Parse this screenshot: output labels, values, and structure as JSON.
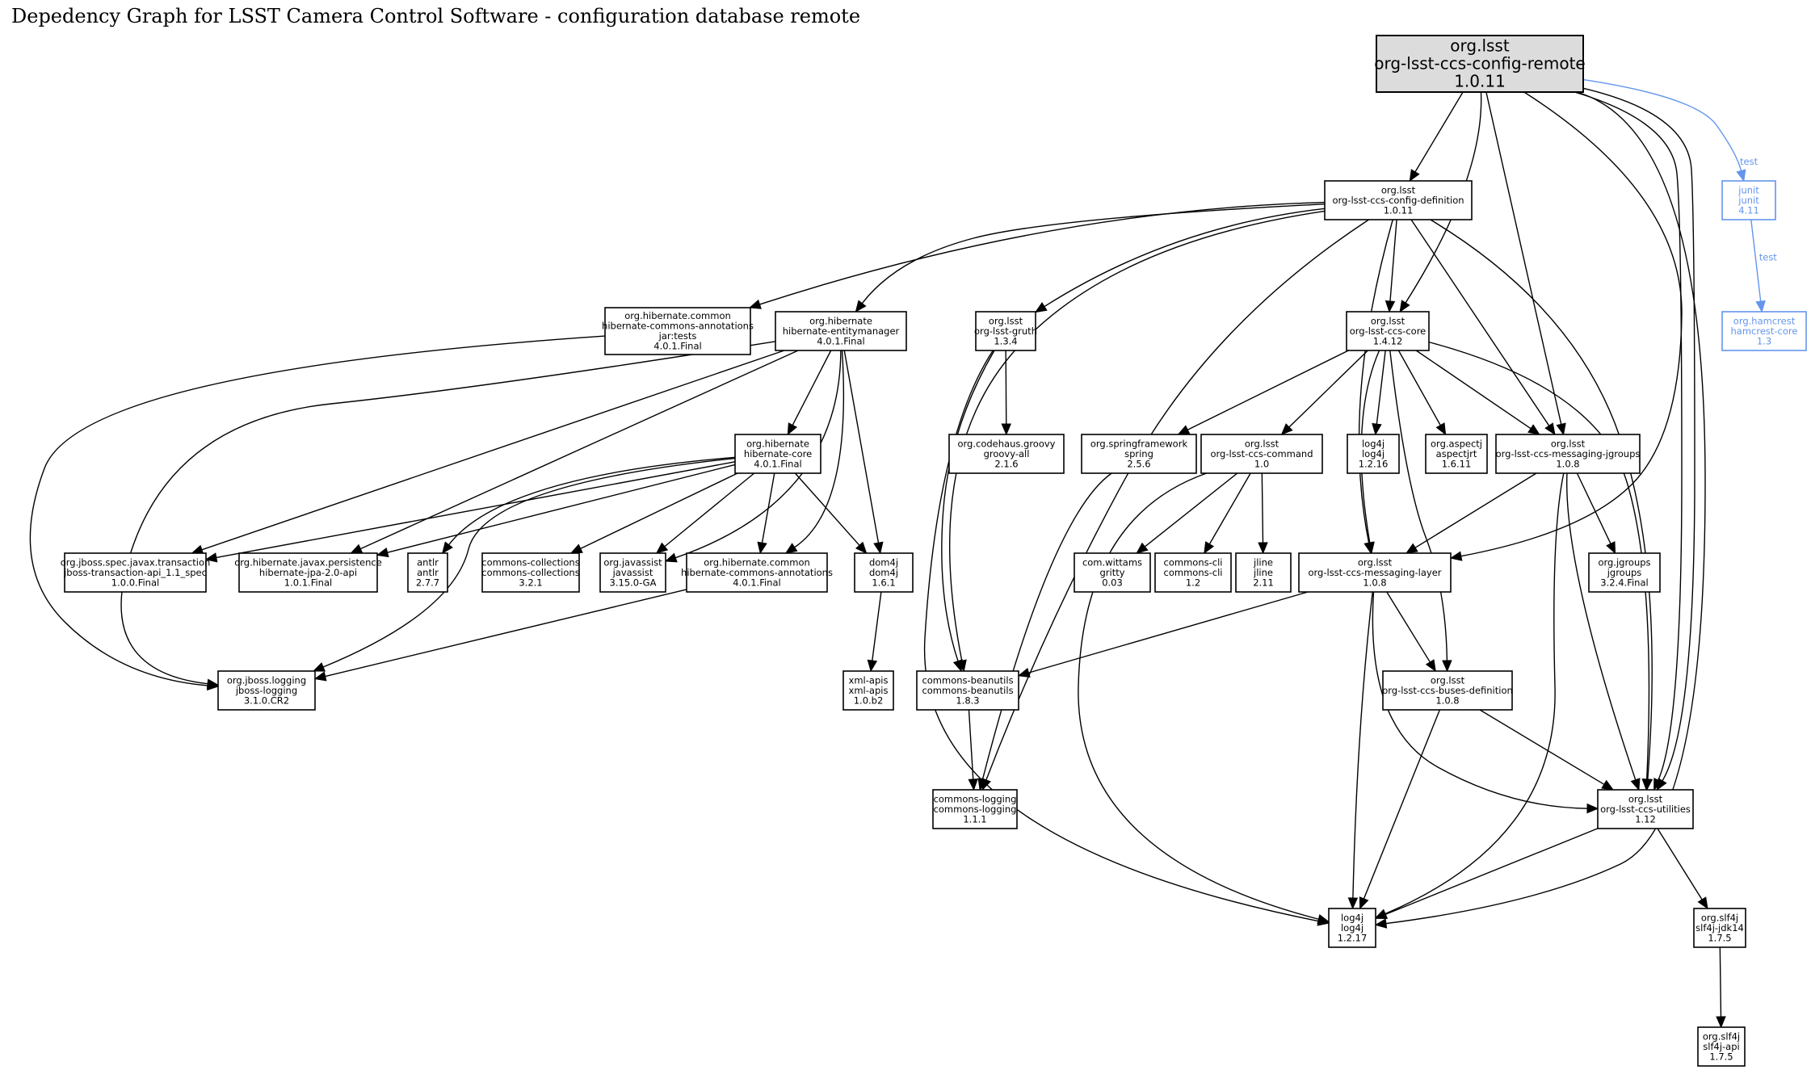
{
  "title": "Depedency Graph for LSST Camera Control Software - configuration database remote",
  "colors": {
    "default": "#000000",
    "root_fill": "#dcdcdc",
    "test": "#6495ed"
  },
  "nodes": [
    {
      "id": "config-remote",
      "group": "org.lsst",
      "artifact": "org-lsst-ccs-config-remote",
      "version": "1.0.11",
      "kind": "root"
    },
    {
      "id": "config-definition",
      "group": "org.lsst",
      "artifact": "org-lsst-ccs-config-definition",
      "version": "1.0.11"
    },
    {
      "id": "junit",
      "group": "junit",
      "artifact": "junit",
      "version": "4.11",
      "kind": "test"
    },
    {
      "id": "hamcrest",
      "group": "org.hamcrest",
      "artifact": "hamcrest-core",
      "version": "1.3",
      "kind": "test"
    },
    {
      "id": "hca-tests",
      "group": "org.hibernate.common",
      "artifact": "hibernate-commons-annotations",
      "classifier": "jar:tests",
      "version": "4.0.1.Final"
    },
    {
      "id": "entitymanager",
      "group": "org.hibernate",
      "artifact": "hibernate-entitymanager",
      "version": "4.0.1.Final"
    },
    {
      "id": "gruth",
      "group": "org.lsst",
      "artifact": "org-lsst-gruth",
      "version": "1.3.4"
    },
    {
      "id": "ccs-core",
      "group": "org.lsst",
      "artifact": "org-lsst-ccs-core",
      "version": "1.4.12"
    },
    {
      "id": "hibernate-core",
      "group": "org.hibernate",
      "artifact": "hibernate-core",
      "version": "4.0.1.Final"
    },
    {
      "id": "groovy",
      "group": "org.codehaus.groovy",
      "artifact": "groovy-all",
      "version": "2.1.6"
    },
    {
      "id": "spring",
      "group": "org.springframework",
      "artifact": "spring",
      "version": "2.5.6"
    },
    {
      "id": "ccs-command",
      "group": "org.lsst",
      "artifact": "org-lsst-ccs-command",
      "version": "1.0"
    },
    {
      "id": "log4j-1216",
      "group": "log4j",
      "artifact": "log4j",
      "version": "1.2.16"
    },
    {
      "id": "aspectj",
      "group": "org.aspectj",
      "artifact": "aspectjrt",
      "version": "1.6.11"
    },
    {
      "id": "jgroups-msg",
      "group": "org.lsst",
      "artifact": "org-lsst-ccs-messaging-jgroups",
      "version": "1.0.8"
    },
    {
      "id": "jboss-tx",
      "group": "org.jboss.spec.javax.transaction",
      "artifact": "jboss-transaction-api_1.1_spec",
      "version": "1.0.0.Final"
    },
    {
      "id": "jpa-api",
      "group": "org.hibernate.javax.persistence",
      "artifact": "hibernate-jpa-2.0-api",
      "version": "1.0.1.Final"
    },
    {
      "id": "antlr",
      "group": "antlr",
      "artifact": "antlr",
      "version": "2.7.7"
    },
    {
      "id": "commons-collections",
      "group": "commons-collections",
      "artifact": "commons-collections",
      "version": "3.2.1"
    },
    {
      "id": "javassist",
      "group": "org.javassist",
      "artifact": "javassist",
      "version": "3.15.0-GA"
    },
    {
      "id": "hca",
      "group": "org.hibernate.common",
      "artifact": "hibernate-commons-annotations",
      "version": "4.0.1.Final"
    },
    {
      "id": "dom4j",
      "group": "dom4j",
      "artifact": "dom4j",
      "version": "1.6.1"
    },
    {
      "id": "gritty",
      "group": "com.wittams",
      "artifact": "gritty",
      "version": "0.03"
    },
    {
      "id": "commons-cli",
      "group": "commons-cli",
      "artifact": "commons-cli",
      "version": "1.2"
    },
    {
      "id": "jline",
      "group": "jline",
      "artifact": "jline",
      "version": "2.11"
    },
    {
      "id": "messaging-layer",
      "group": "org.lsst",
      "artifact": "org-lsst-ccs-messaging-layer",
      "version": "1.0.8"
    },
    {
      "id": "jgroups",
      "group": "org.jgroups",
      "artifact": "jgroups",
      "version": "3.2.4.Final"
    },
    {
      "id": "jboss-logging",
      "group": "org.jboss.logging",
      "artifact": "jboss-logging",
      "version": "3.1.0.CR2"
    },
    {
      "id": "xml-apis",
      "group": "xml-apis",
      "artifact": "xml-apis",
      "version": "1.0.b2"
    },
    {
      "id": "beanutils",
      "group": "commons-beanutils",
      "artifact": "commons-beanutils",
      "version": "1.8.3"
    },
    {
      "id": "buses-def",
      "group": "org.lsst",
      "artifact": "org-lsst-ccs-buses-definition",
      "version": "1.0.8"
    },
    {
      "id": "commons-logging",
      "group": "commons-logging",
      "artifact": "commons-logging",
      "version": "1.1.1"
    },
    {
      "id": "utilities",
      "group": "org.lsst",
      "artifact": "org-lsst-ccs-utilities",
      "version": "1.12"
    },
    {
      "id": "log4j-1217",
      "group": "log4j",
      "artifact": "log4j",
      "version": "1.2.17"
    },
    {
      "id": "slf4j-jdk14",
      "group": "org.slf4j",
      "artifact": "slf4j-jdk14",
      "version": "1.7.5"
    },
    {
      "id": "slf4j-api",
      "group": "org.slf4j",
      "artifact": "slf4j-api",
      "version": "1.7.5"
    }
  ],
  "edges": [
    {
      "from": "config-remote",
      "to": "config-definition"
    },
    {
      "from": "config-remote",
      "to": "ccs-core"
    },
    {
      "from": "config-remote",
      "to": "jgroups-msg"
    },
    {
      "from": "config-remote",
      "to": "messaging-layer"
    },
    {
      "from": "config-remote",
      "to": "utilities"
    },
    {
      "from": "config-remote",
      "to": "utilities"
    },
    {
      "from": "config-remote",
      "to": "log4j-1217"
    },
    {
      "from": "config-remote",
      "to": "junit",
      "label": "test",
      "kind": "test"
    },
    {
      "from": "junit",
      "to": "hamcrest",
      "label": "test",
      "kind": "test"
    },
    {
      "from": "config-definition",
      "to": "hca-tests"
    },
    {
      "from": "config-definition",
      "to": "entitymanager"
    },
    {
      "from": "config-definition",
      "to": "gruth"
    },
    {
      "from": "config-definition",
      "to": "beanutils"
    },
    {
      "from": "config-definition",
      "to": "commons-logging"
    },
    {
      "from": "config-definition",
      "to": "ccs-core"
    },
    {
      "from": "config-definition",
      "to": "messaging-layer"
    },
    {
      "from": "config-definition",
      "to": "jgroups-msg"
    },
    {
      "from": "config-definition",
      "to": "utilities"
    },
    {
      "from": "hca-tests",
      "to": "jboss-logging"
    },
    {
      "from": "entitymanager",
      "to": "jboss-logging"
    },
    {
      "from": "entitymanager",
      "to": "jboss-tx"
    },
    {
      "from": "entitymanager",
      "to": "jpa-api"
    },
    {
      "from": "entitymanager",
      "to": "hibernate-core"
    },
    {
      "from": "entitymanager",
      "to": "javassist"
    },
    {
      "from": "entitymanager",
      "to": "hca"
    },
    {
      "from": "entitymanager",
      "to": "dom4j"
    },
    {
      "from": "hibernate-core",
      "to": "jboss-tx"
    },
    {
      "from": "hibernate-core",
      "to": "jpa-api"
    },
    {
      "from": "hibernate-core",
      "to": "antlr"
    },
    {
      "from": "hibernate-core",
      "to": "jboss-logging"
    },
    {
      "from": "hibernate-core",
      "to": "commons-collections"
    },
    {
      "from": "hibernate-core",
      "to": "javassist"
    },
    {
      "from": "hibernate-core",
      "to": "hca"
    },
    {
      "from": "hibernate-core",
      "to": "dom4j"
    },
    {
      "from": "hca",
      "to": "jboss-logging"
    },
    {
      "from": "dom4j",
      "to": "xml-apis"
    },
    {
      "from": "gruth",
      "to": "groovy"
    },
    {
      "from": "gruth",
      "to": "beanutils"
    },
    {
      "from": "gruth",
      "to": "log4j-1217"
    },
    {
      "from": "ccs-core",
      "to": "spring"
    },
    {
      "from": "ccs-core",
      "to": "ccs-command"
    },
    {
      "from": "ccs-core",
      "to": "log4j-1216"
    },
    {
      "from": "ccs-core",
      "to": "aspectj"
    },
    {
      "from": "ccs-core",
      "to": "jgroups-msg"
    },
    {
      "from": "ccs-core",
      "to": "messaging-layer"
    },
    {
      "from": "ccs-core",
      "to": "buses-def"
    },
    {
      "from": "ccs-core",
      "to": "utilities"
    },
    {
      "from": "spring",
      "to": "commons-logging"
    },
    {
      "from": "ccs-command",
      "to": "gritty"
    },
    {
      "from": "ccs-command",
      "to": "commons-cli"
    },
    {
      "from": "ccs-command",
      "to": "jline"
    },
    {
      "from": "ccs-command",
      "to": "log4j-1217"
    },
    {
      "from": "jgroups-msg",
      "to": "messaging-layer"
    },
    {
      "from": "jgroups-msg",
      "to": "jgroups"
    },
    {
      "from": "jgroups-msg",
      "to": "utilities"
    },
    {
      "from": "jgroups-msg",
      "to": "log4j-1217"
    },
    {
      "from": "messaging-layer",
      "to": "beanutils"
    },
    {
      "from": "messaging-layer",
      "to": "buses-def"
    },
    {
      "from": "messaging-layer",
      "to": "utilities"
    },
    {
      "from": "messaging-layer",
      "to": "log4j-1217"
    },
    {
      "from": "beanutils",
      "to": "commons-logging"
    },
    {
      "from": "buses-def",
      "to": "utilities"
    },
    {
      "from": "buses-def",
      "to": "log4j-1217"
    },
    {
      "from": "utilities",
      "to": "log4j-1217"
    },
    {
      "from": "utilities",
      "to": "slf4j-jdk14"
    },
    {
      "from": "slf4j-jdk14",
      "to": "slf4j-api"
    }
  ]
}
